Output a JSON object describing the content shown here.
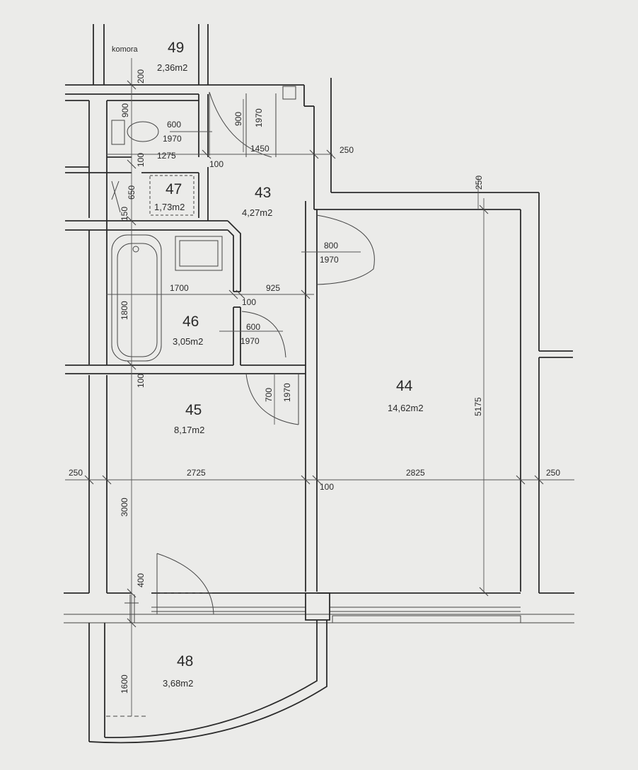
{
  "rooms": [
    {
      "id": "49",
      "label": "komora",
      "area": "2,36m2"
    },
    {
      "id": "43",
      "area": "4,27m2"
    },
    {
      "id": "47",
      "area": "1,73m2"
    },
    {
      "id": "46",
      "area": "3,05m2"
    },
    {
      "id": "44",
      "area": "14,62m2"
    },
    {
      "id": "45",
      "area": "8,17m2"
    },
    {
      "id": "48",
      "area": "3,68m2"
    }
  ],
  "dimensions": {
    "d200": "200",
    "d900a": "900",
    "d600a": "600",
    "d1970a": "1970",
    "d900b": "900",
    "d1970b": "1970",
    "d1275": "1275",
    "d1450": "1450",
    "d250a": "250",
    "d100a": "100",
    "d100b": "100",
    "d650": "650",
    "d150": "150",
    "d250b": "250",
    "d800": "800",
    "d1970c": "1970",
    "d1700": "1700",
    "d925": "925",
    "d100c": "100",
    "d1800": "1800",
    "d600b": "600",
    "d1970d": "1970",
    "d100d": "100",
    "d700": "700",
    "d1970e": "1970",
    "d5175": "5175",
    "d250c": "250",
    "d2725": "2725",
    "d2825": "2825",
    "d250d": "250",
    "d100e": "100",
    "d3000": "3000",
    "d400": "400",
    "d1600": "1600"
  }
}
